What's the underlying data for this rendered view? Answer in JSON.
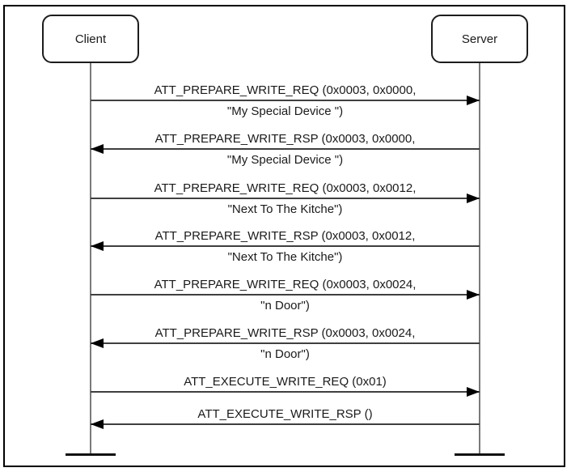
{
  "diagram": {
    "type": "sequence-diagram",
    "actors": [
      {
        "id": "client",
        "label": "Client"
      },
      {
        "id": "server",
        "label": "Server"
      }
    ],
    "messages": [
      {
        "from": "Client",
        "to": "Server",
        "direction": "right",
        "line1": "ATT_PREPARE_WRITE_REQ (0x0003, 0x0000,",
        "line2": "\"My Special Device \")"
      },
      {
        "from": "Server",
        "to": "Client",
        "direction": "left",
        "line1": "ATT_PREPARE_WRITE_RSP (0x0003, 0x0000,",
        "line2": "\"My Special Device \")"
      },
      {
        "from": "Client",
        "to": "Server",
        "direction": "right",
        "line1": "ATT_PREPARE_WRITE_REQ (0x0003, 0x0012,",
        "line2": "\"Next To The Kitche\")"
      },
      {
        "from": "Server",
        "to": "Client",
        "direction": "left",
        "line1": "ATT_PREPARE_WRITE_RSP (0x0003, 0x0012,",
        "line2": "\"Next To The Kitche\")"
      },
      {
        "from": "Client",
        "to": "Server",
        "direction": "right",
        "line1": "ATT_PREPARE_WRITE_REQ (0x0003, 0x0024,",
        "line2": "\"n Door\")"
      },
      {
        "from": "Server",
        "to": "Client",
        "direction": "left",
        "line1": "ATT_PREPARE_WRITE_RSP (0x0003, 0x0024,",
        "line2": "\"n Door\")"
      },
      {
        "from": "Client",
        "to": "Server",
        "direction": "right",
        "line1": "ATT_EXECUTE_WRITE_REQ (0x01)",
        "line2": ""
      },
      {
        "from": "Server",
        "to": "Client",
        "direction": "left",
        "line1": "ATT_EXECUTE_WRITE_RSP ()",
        "line2": ""
      }
    ],
    "colors": {
      "background": "#ffffff",
      "frame_border": "#000000",
      "actor_border": "#1c1c1c",
      "lifeline": "#7a7a7a",
      "arrow_shaft": "#3f3f3f",
      "arrowhead": "#000000",
      "text": "#1a1a1a"
    }
  }
}
